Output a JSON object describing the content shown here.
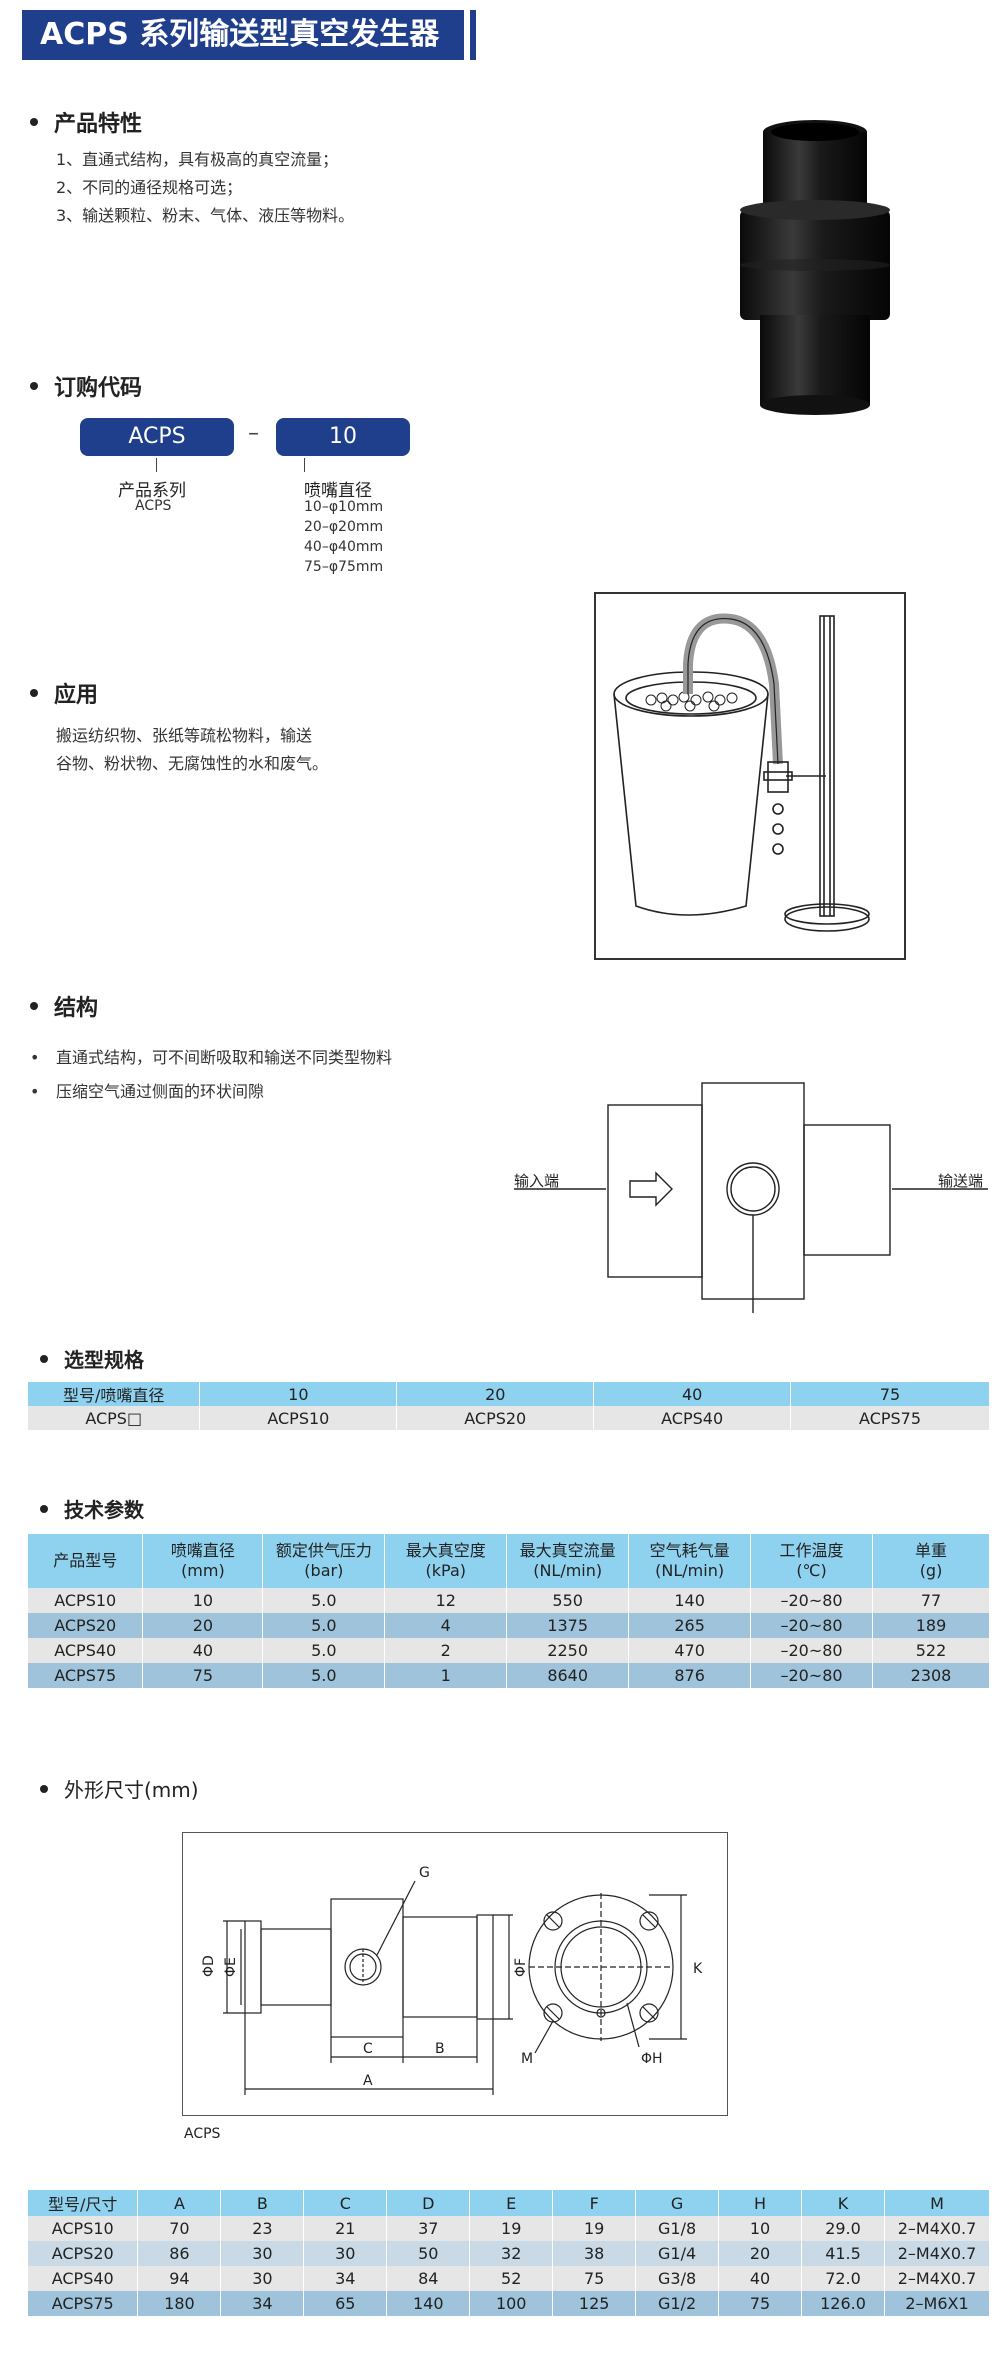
{
  "header": {
    "title": "ACPS 系列输送型真空发生器"
  },
  "features": {
    "heading": "产品特性",
    "items": [
      "1、直通式结构，具有极高的真空流量；",
      "2、不同的通径规格可选；",
      "3、输送颗粒、粉末、气体、液压等物料。"
    ]
  },
  "order": {
    "heading": "订购代码",
    "box1": "ACPS",
    "dash": "–",
    "box2": "10",
    "label1": "产品系列",
    "sub1": "ACPS",
    "label2": "喷嘴直径",
    "options": [
      "10–φ10mm",
      "20–φ20mm",
      "40–φ40mm",
      "75–φ75mm"
    ]
  },
  "application": {
    "heading": "应用",
    "lines": [
      "搬运纺织物、张纸等疏松物料，输送",
      "谷物、粉状物、无腐蚀性的水和废气。"
    ]
  },
  "structure": {
    "heading": "结构",
    "bullets": [
      "直通式结构，可不间断吸取和输送不同类型物料",
      "压缩空气通过侧面的环状间隙"
    ],
    "inlet": "输入端",
    "outlet": "输送端"
  },
  "selection": {
    "heading": "选型规格",
    "headers": [
      "型号/喷嘴直径",
      "10",
      "20",
      "40",
      "75"
    ],
    "row": [
      "ACPS□",
      "ACPS10",
      "ACPS20",
      "ACPS40",
      "ACPS75"
    ]
  },
  "tech": {
    "heading": "技术参数",
    "headers": [
      [
        "产品型号",
        ""
      ],
      [
        "喷嘴直径",
        "(mm)"
      ],
      [
        "额定供气压力",
        "(bar)"
      ],
      [
        "最大真空度",
        "(kPa)"
      ],
      [
        "最大真空流量",
        "(NL/min)"
      ],
      [
        "空气耗气量",
        "(NL/min)"
      ],
      [
        "工作温度",
        "(℃)"
      ],
      [
        "单重",
        "(g)"
      ]
    ],
    "rows": [
      [
        "ACPS10",
        "10",
        "5.0",
        "12",
        "550",
        "140",
        "–20~80",
        "77"
      ],
      [
        "ACPS20",
        "20",
        "5.0",
        "4",
        "1375",
        "265",
        "–20~80",
        "189"
      ],
      [
        "ACPS40",
        "40",
        "5.0",
        "2",
        "2250",
        "470",
        "–20~80",
        "522"
      ],
      [
        "ACPS75",
        "75",
        "5.0",
        "1",
        "8640",
        "876",
        "–20~80",
        "2308"
      ]
    ]
  },
  "dimensions": {
    "heading": "外形尺寸(mm)",
    "caption": "ACPS",
    "drawing_labels": {
      "G": "G",
      "phiD": "ΦD",
      "phiE": "ΦE",
      "phiF": "ΦF",
      "C": "C",
      "B": "B",
      "A": "A",
      "K": "K",
      "M": "M",
      "phiH": "ΦH"
    },
    "headers": [
      "型号/尺寸",
      "A",
      "B",
      "C",
      "D",
      "E",
      "F",
      "G",
      "H",
      "K",
      "M"
    ],
    "rows": [
      [
        "ACPS10",
        "70",
        "23",
        "21",
        "37",
        "19",
        "19",
        "G1/8",
        "10",
        "29.0",
        "2–M4X0.7"
      ],
      [
        "ACPS20",
        "86",
        "30",
        "30",
        "50",
        "32",
        "38",
        "G1/4",
        "20",
        "41.5",
        "2–M4X0.7"
      ],
      [
        "ACPS40",
        "94",
        "30",
        "34",
        "84",
        "52",
        "75",
        "G3/8",
        "40",
        "72.0",
        "2–M4X0.7"
      ],
      [
        "ACPS75",
        "180",
        "34",
        "65",
        "140",
        "100",
        "125",
        "G1/2",
        "75",
        "126.0",
        "2–M6X1"
      ]
    ]
  }
}
